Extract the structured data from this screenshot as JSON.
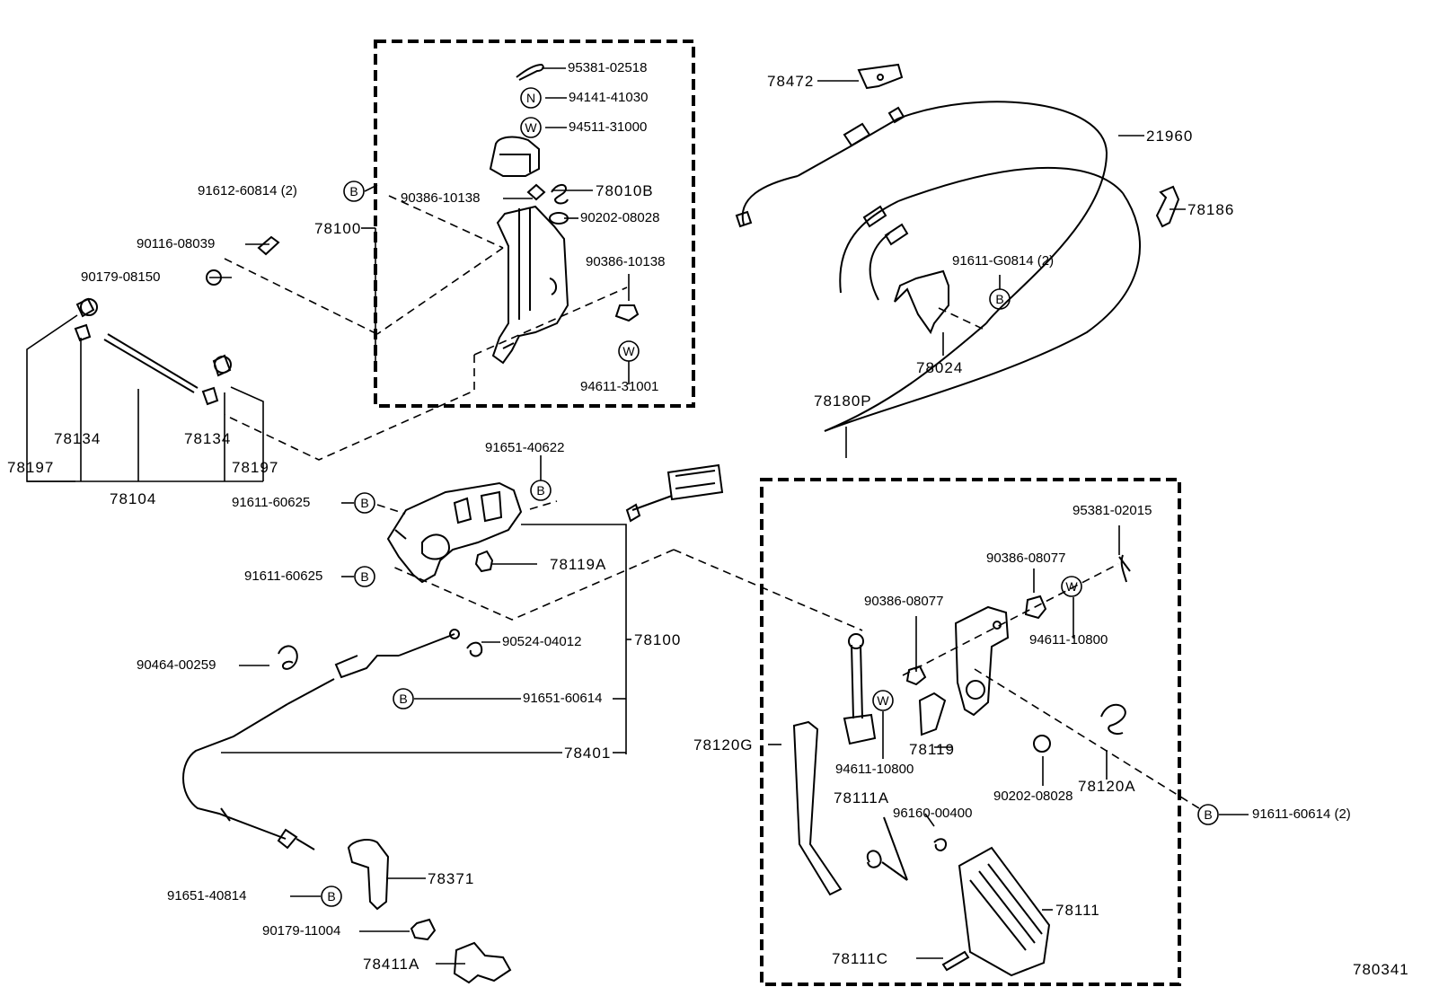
{
  "parts": {
    "p95381_02518": "95381-02518",
    "p94141_41030": "94141-41030",
    "p94511_31000": "94511-31000",
    "p78010B": "78010B",
    "p90386_10138_a": "90386-10138",
    "p90202_08028_a": "90202-08028",
    "p90386_10138_b": "90386-10138",
    "p94611_31001": "94611-31001",
    "p91612_60814": "91612-60814 (2)",
    "p78100_top": "78100",
    "p90116_08039": "90116-08039",
    "p90179_08150": "90179-08150",
    "p78134_a": "78134",
    "p78134_b": "78134",
    "p78197_a": "78197",
    "p78197_b": "78197",
    "p78104": "78104",
    "p78472": "78472",
    "p21960": "21960",
    "p78186": "78186",
    "p91611_G0814": "91611-G0814 (2)",
    "p78024": "78024",
    "p78180P": "78180P",
    "p91651_40622": "91651-40622",
    "p91611_60625_a": "91611-60625",
    "p91611_60625_b": "91611-60625",
    "p78119A": "78119A",
    "p78100_mid": "78100",
    "p90524_04012": "90524-04012",
    "p90464_00259": "90464-00259",
    "p91651_60614": "91651-60614",
    "p78401": "78401",
    "p95381_02015": "95381-02015",
    "p90386_08077_a": "90386-08077",
    "p90386_08077_b": "90386-08077",
    "p94611_10800_a": "94611-10800",
    "p94611_10800_b": "94611-10800",
    "p78119": "78119",
    "p78120G": "78120G",
    "p90202_08028_b": "90202-08028",
    "p78120A": "78120A",
    "p91611_60614": "91611-60614 (2)",
    "p78111A": "78111A",
    "p96160_00400": "96160-00400",
    "p78111": "78111",
    "p78111C": "78111C",
    "p78371": "78371",
    "p91651_40814": "91651-40814",
    "p90179_11004": "90179-11004",
    "p78411A": "78411A"
  },
  "symbols": {
    "bolt": "B",
    "nut": "N",
    "washer": "W"
  },
  "figure_number": "780341"
}
